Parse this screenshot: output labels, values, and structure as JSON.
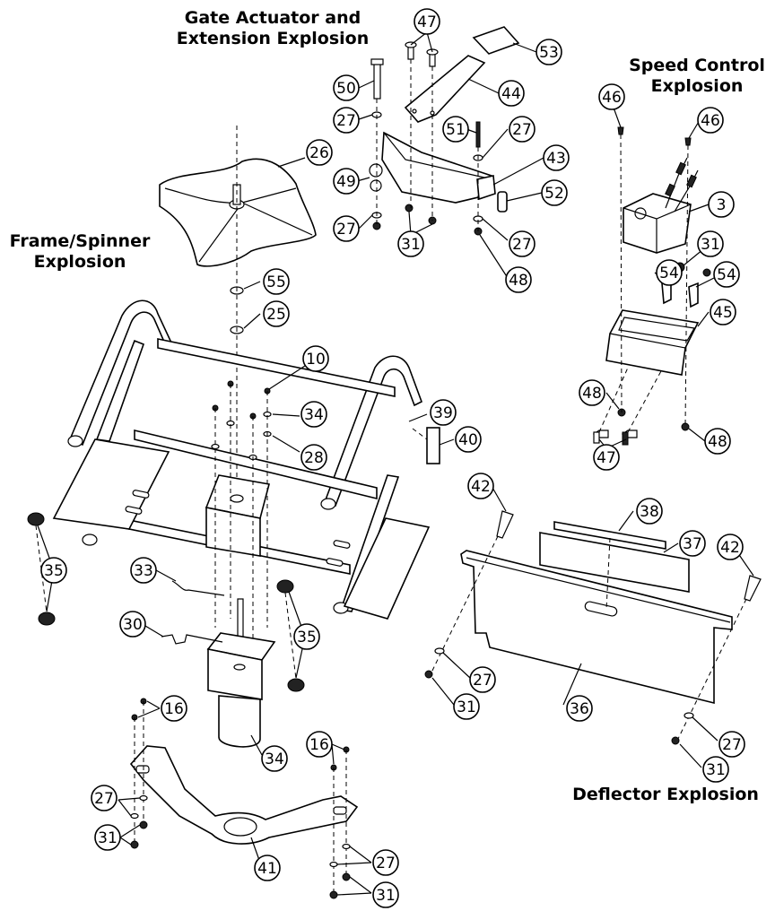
{
  "titles": {
    "gate": [
      "Gate Actuator and",
      "Extension Explosion"
    ],
    "speed": [
      "Speed Control",
      "Explosion"
    ],
    "frame": [
      "Frame/Spinner",
      "Explosion"
    ],
    "deflector": "Deflector Explosion"
  },
  "callouts": [
    {
      "label": "47"
    },
    {
      "label": "53"
    },
    {
      "label": "50"
    },
    {
      "label": "44"
    },
    {
      "label": "27"
    },
    {
      "label": "51"
    },
    {
      "label": "27"
    },
    {
      "label": "43"
    },
    {
      "label": "49"
    },
    {
      "label": "52"
    },
    {
      "label": "27"
    },
    {
      "label": "31"
    },
    {
      "label": "27"
    },
    {
      "label": "48"
    },
    {
      "label": "46"
    },
    {
      "label": "46"
    },
    {
      "label": "3"
    },
    {
      "label": "31"
    },
    {
      "label": "54"
    },
    {
      "label": "54"
    },
    {
      "label": "45"
    },
    {
      "label": "48"
    },
    {
      "label": "47"
    },
    {
      "label": "48"
    },
    {
      "label": "26"
    },
    {
      "label": "55"
    },
    {
      "label": "25"
    },
    {
      "label": "10"
    },
    {
      "label": "34"
    },
    {
      "label": "28"
    },
    {
      "label": "39"
    },
    {
      "label": "40"
    },
    {
      "label": "35"
    },
    {
      "label": "33"
    },
    {
      "label": "30"
    },
    {
      "label": "35"
    },
    {
      "label": "16"
    },
    {
      "label": "34"
    },
    {
      "label": "16"
    },
    {
      "label": "27"
    },
    {
      "label": "31"
    },
    {
      "label": "41"
    },
    {
      "label": "27"
    },
    {
      "label": "31"
    },
    {
      "label": "42"
    },
    {
      "label": "38"
    },
    {
      "label": "37"
    },
    {
      "label": "42"
    },
    {
      "label": "27"
    },
    {
      "label": "31"
    },
    {
      "label": "36"
    },
    {
      "label": "27"
    },
    {
      "label": "31"
    }
  ]
}
